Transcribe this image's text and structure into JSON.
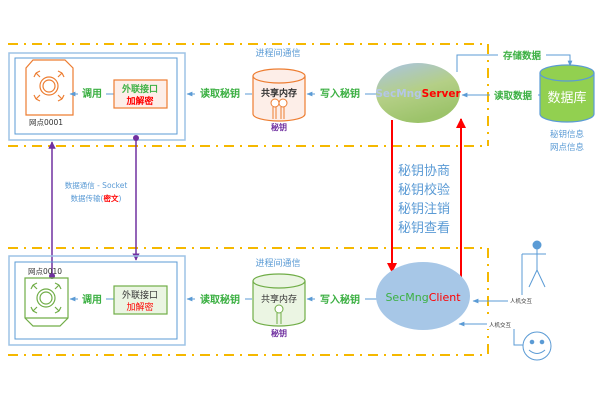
{
  "top": {
    "ipc_label": "进程间通信",
    "node_label": "网点0001",
    "call_label": "调用",
    "iface_line1": "外联接口",
    "iface_line2": "加解密",
    "read_key": "读取秘钥",
    "shm_label": "共享内存",
    "key_label": "秘钥",
    "write_key": "写入秘钥",
    "server_prefix": "SecMng",
    "server_suffix": "Server"
  },
  "db": {
    "store_label": "存储数据",
    "read_label": "读取数据",
    "db_label": "数据库",
    "info_line1": "秘钥信息",
    "info_line2": "网点信息"
  },
  "middle": {
    "socket_line1": "数据通信 - Socket",
    "socket_line2_prefix": "数据传输(",
    "socket_line2_emph": "密文",
    "socket_line2_suffix": ")",
    "ops": [
      "秘钥协商",
      "秘钥校验",
      "秘钥注销",
      "秘钥查看"
    ]
  },
  "bottom": {
    "ipc_label": "进程间通信",
    "node_label": "网点0010",
    "call_label": "调用",
    "iface_line1": "外联接口",
    "iface_line2": "加解密",
    "read_key": "读取秘钥",
    "shm_label": "共享内存",
    "key_label": "秘钥",
    "write_key": "写入秘钥",
    "client_prefix": "SecMng",
    "client_suffix": "Client",
    "hmi_label_1": "人机交互",
    "hmi_label_2": "人机交互"
  },
  "colors": {
    "orange_dash": "#f5b800",
    "blue_line": "#5b9bd5",
    "green_text": "#3cb043",
    "red": "#ff0000",
    "purple": "#7030a0",
    "orange": "#ed7d31",
    "green_box": "#70ad47"
  }
}
